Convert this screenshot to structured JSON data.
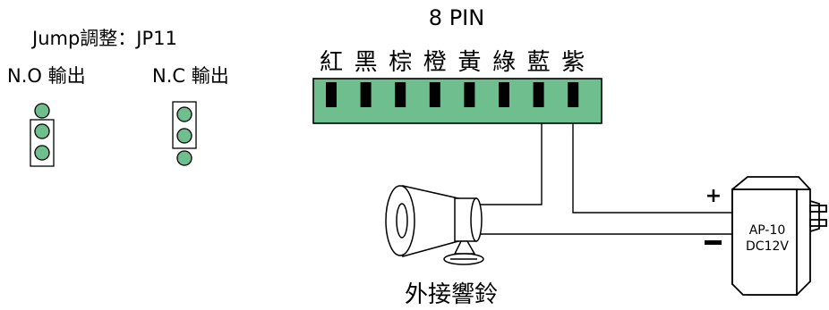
{
  "jumper": {
    "title": "Jump調整：JP11",
    "no_label": "N.O 輸出",
    "nc_label": "N.C 輸出"
  },
  "connector": {
    "title": "8 PIN",
    "wire_colors": [
      "紅",
      "黑",
      "棕",
      "橙",
      "黃",
      "綠",
      "藍",
      "紫"
    ]
  },
  "siren": {
    "label": "外接響鈴"
  },
  "adapter": {
    "model": "AP-10",
    "rating": "DC12V",
    "plus": "+",
    "minus": "−"
  },
  "colors": {
    "terminal_green": "#6fbf8e",
    "jumper_green": "#6fbf8e",
    "line": "#000000"
  }
}
